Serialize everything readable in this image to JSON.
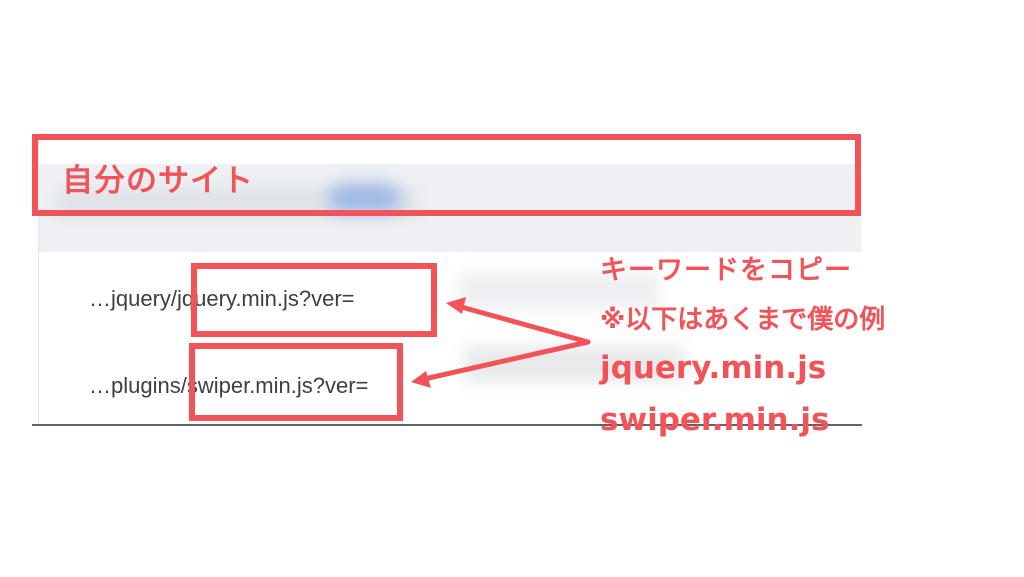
{
  "site": {
    "title": "自分のサイト"
  },
  "rows": [
    {
      "text": "…jquery/jquery.min.js?ver="
    },
    {
      "text": "…plugins/swiper.min.js?ver="
    }
  ],
  "annotation": {
    "lines": [
      "キーワードをコピー",
      "※以下はあくまで僕の例",
      "jquery.min.js",
      "swiper.min.js"
    ],
    "color": "#f25359"
  }
}
